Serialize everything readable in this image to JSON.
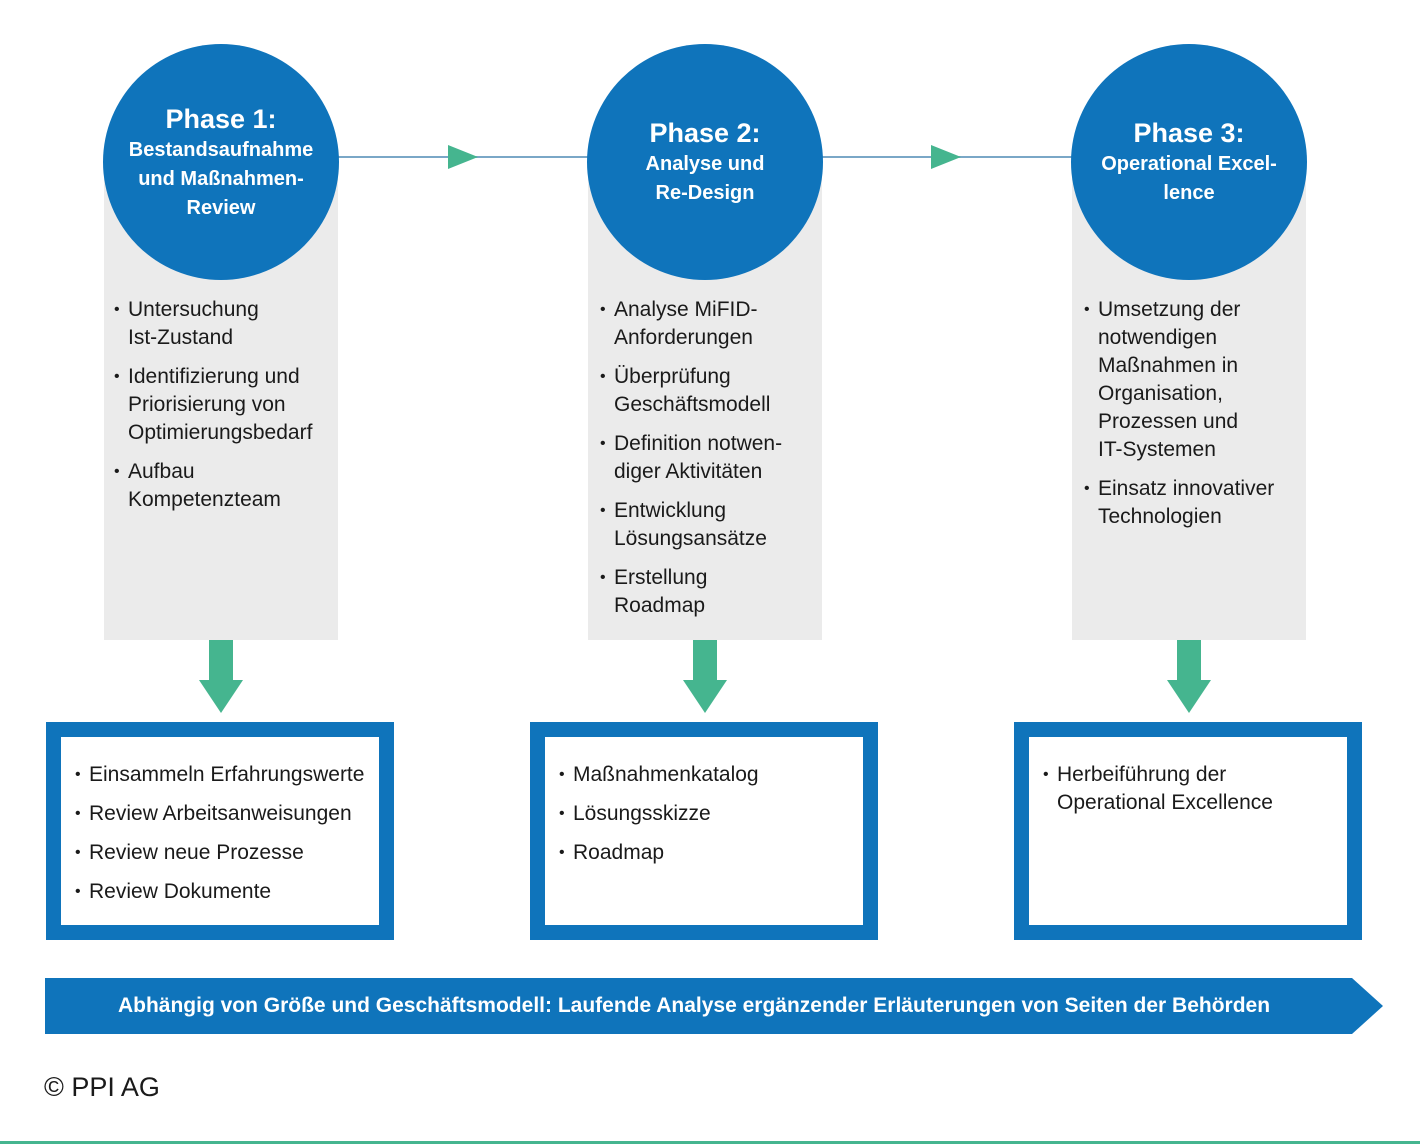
{
  "phases": [
    {
      "title": "Phase 1:",
      "subtitle": "Bestandsaufnahme\nund Maßnahmen-\nReview",
      "items": [
        "Untersuchung\nIst-Zustand",
        "Identifizierung und\nPriorisierung von\nOptimierungsbedarf",
        "Aufbau\nKompetenzteam"
      ],
      "results": [
        "Einsammeln Erfahrungswerte",
        "Review Arbeitsanweisungen",
        "Review neue Prozesse",
        "Review Dokumente"
      ]
    },
    {
      "title": "Phase 2:",
      "subtitle": "Analyse und\nRe-Design",
      "items": [
        "Analyse MiFID-\nAnforderungen",
        "Überprüfung\nGeschäftsmodell",
        "Definition notwen-\ndiger Aktivitäten",
        "Entwicklung\nLösungsansätze",
        "Erstellung\nRoadmap"
      ],
      "results": [
        "Maßnahmenkatalog",
        "Lösungsskizze",
        "Roadmap"
      ]
    },
    {
      "title": "Phase 3:",
      "subtitle": "Operational Excel-\nlence",
      "items": [
        "Umsetzung der\nnotwendigen\nMaßnahmen in\nOrganisation,\nProzessen und\nIT-Systemen",
        "Einsatz innovativer\nTechnologien"
      ],
      "results": [
        "Herbeiführung der\nOperational Excellence"
      ]
    }
  ],
  "banner": "Abhängig von Größe und Geschäftsmodell: Laufende Analyse ergänzender Erläuterungen von Seiten der Behörden",
  "copyright": "© PPI AG",
  "colors": {
    "blue": "#0f74bb",
    "green": "#45b58f",
    "panel": "#ebebeb"
  }
}
